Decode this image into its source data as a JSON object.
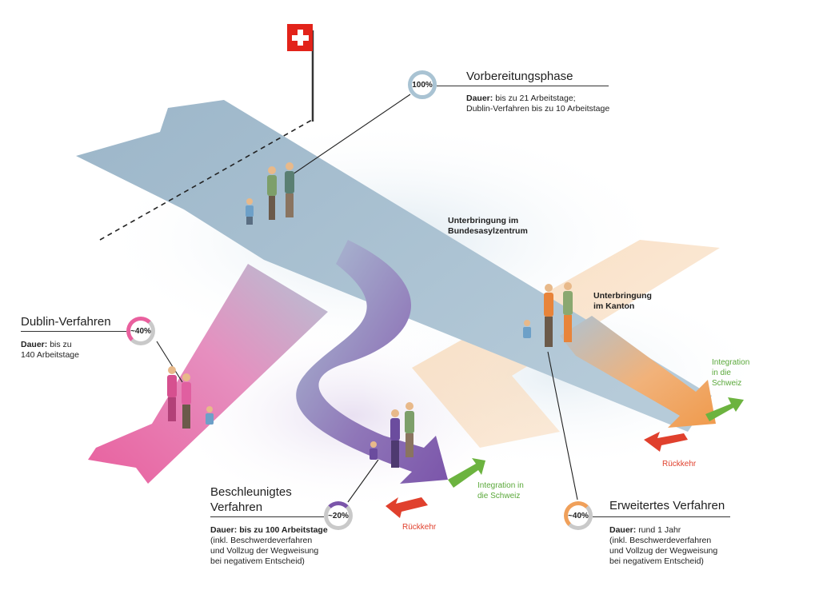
{
  "phases": {
    "preparation": {
      "title": "Vorbereitungsphase",
      "percent": "100%",
      "duration_label": "Dauer:",
      "duration_line1": "bis zu 21 Arbeitstage;",
      "duration_line2": "Dublin-Verfahren bis zu 10 Arbeitstage"
    },
    "dublin": {
      "title": "Dublin-Verfahren",
      "percent": "~40%",
      "duration_label": "Dauer:",
      "duration_line1": "bis zu",
      "duration_line2": "140 Arbeitstage"
    },
    "accelerated": {
      "title_line1": "Beschleunigtes",
      "title_line2": "Verfahren",
      "percent": "~20%",
      "duration_label": "Dauer:",
      "duration_line1": "bis zu 100 Arbeitstage",
      "note_line1": "(inkl. Beschwerdeverfahren",
      "note_line2": "und Vollzug der Wegweisung",
      "note_line3": "bei negativem Entscheid)"
    },
    "extended": {
      "title": "Erweitertes Verfahren",
      "percent": "~40%",
      "duration_label": "Dauer:",
      "duration_line1": "rund 1 Jahr",
      "note_line1": "(inkl. Beschwerdeverfahren",
      "note_line2": "und Vollzug der Wegweisung",
      "note_line3": "bei negativem Entscheid)"
    }
  },
  "labels": {
    "federal_center_line1": "Unterbringung im",
    "federal_center_line2": "Bundesasylzentrum",
    "canton_line1": "Unterbringung",
    "canton_line2": "im Kanton",
    "integration_center_line1": "Integration in",
    "integration_center_line2": "die Schweiz",
    "return_center": "Rückkehr",
    "integration_right_line1": "Integration",
    "integration_right_line2": "in die",
    "integration_right_line3": "Schweiz",
    "return_right": "Rückkehr"
  },
  "colors": {
    "main_path": "#aac3d4",
    "dublin": "#e9609e",
    "accelerated": "#7b55aa",
    "extended": "#f0a05a",
    "integration": "#6cb33f",
    "return": "#e0402d",
    "swiss_flag": "#e2231a",
    "ring_neutral": "#b7c6d0"
  },
  "icons": [
    "swiss-flag-icon",
    "family-walking-icon"
  ]
}
